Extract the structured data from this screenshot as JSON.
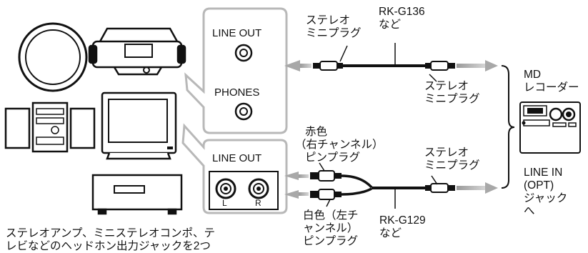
{
  "panels": {
    "top": {
      "line_out": "LINE OUT",
      "phones": "PHONES"
    },
    "bottom": {
      "line_out": "LINE OUT",
      "left": "L",
      "right": "R"
    }
  },
  "cable_top": {
    "model_line1": "RK-G136",
    "model_line2": "など",
    "left_plug_line1": "ステレオ",
    "left_plug_line2": "ミニプラグ",
    "right_plug_line1": "ステレオ",
    "right_plug_line2": "ミニプラグ"
  },
  "cable_bottom": {
    "red_line1": "赤色",
    "red_line2": "（右チャンネル）",
    "red_line3": "ピンプラグ",
    "white_line1": "白色（左チ",
    "white_line2": "ャンネル）",
    "white_line3": "ピンプラグ",
    "right_plug_line1": "ステレオ",
    "right_plug_line2": "ミニプラグ",
    "model_line1": "RK-G129",
    "model_line2": "など"
  },
  "recorder": {
    "title_line1": "MD",
    "title_line2": "レコーダー",
    "input_line1": "LINE IN",
    "input_line2": "(OPT)",
    "input_line3": "ジャック",
    "input_line4": "へ"
  },
  "caption": {
    "line1": "ステレオアンプ、ミニステレオコンポ、テ",
    "line2": "レビなどのヘッドホン出力ジャックを2つ"
  }
}
